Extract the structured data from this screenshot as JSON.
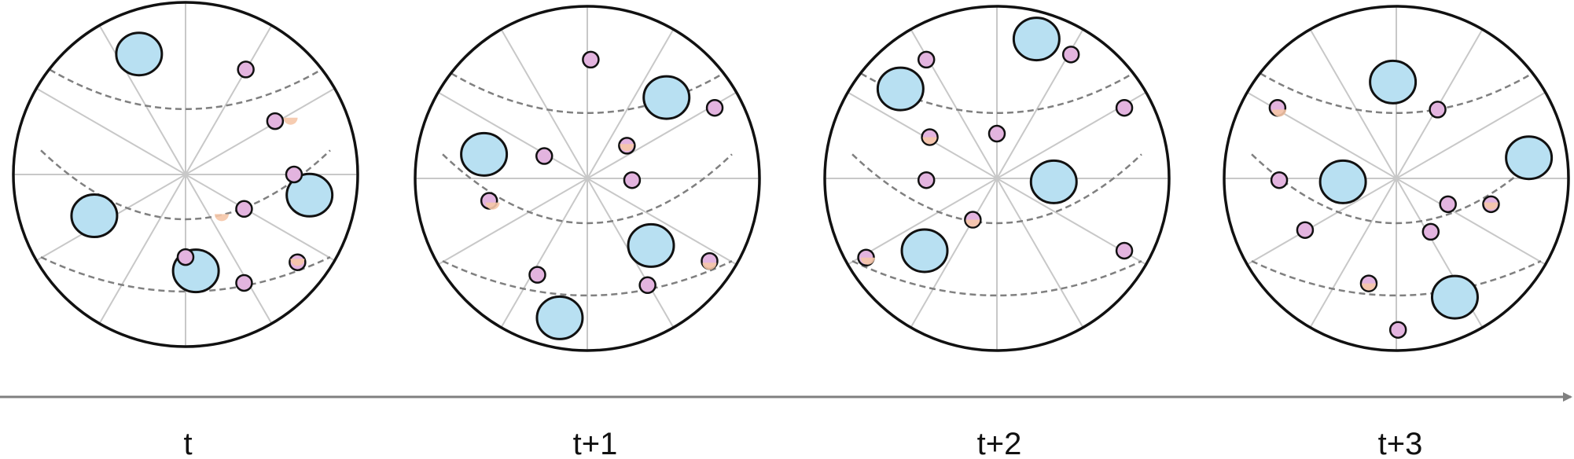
{
  "timeline": {
    "frames": [
      {
        "label": "t",
        "big": [
          [
            -0.27,
            -0.7
          ],
          [
            -0.53,
            0.24
          ],
          [
            0.72,
            0.12
          ],
          [
            0.06,
            0.56
          ]
        ],
        "small": [
          [
            0.35,
            -0.61
          ],
          [
            0.52,
            -0.31
          ],
          [
            0.63,
            0.0
          ],
          [
            0.34,
            0.2
          ],
          [
            0.65,
            0.51
          ],
          [
            0.34,
            0.63
          ],
          [
            0.0,
            0.48
          ]
        ],
        "orange": [
          [
            0.61,
            -0.33
          ],
          [
            0.21,
            0.23
          ],
          [
            0.65,
            0.49
          ]
        ]
      },
      {
        "label": "t+1",
        "big": [
          [
            0.46,
            -0.47
          ],
          [
            -0.6,
            -0.14
          ],
          [
            0.37,
            0.39
          ],
          [
            -0.16,
            0.81
          ]
        ],
        "small": [
          [
            0.02,
            -0.69
          ],
          [
            0.74,
            -0.41
          ],
          [
            0.23,
            -0.19
          ],
          [
            -0.25,
            -0.13
          ],
          [
            0.26,
            0.01
          ],
          [
            -0.57,
            0.13
          ],
          [
            0.35,
            0.62
          ],
          [
            -0.29,
            0.56
          ],
          [
            0.71,
            0.48
          ]
        ],
        "orange": [
          [
            0.23,
            -0.2
          ],
          [
            -0.55,
            0.14
          ],
          [
            0.71,
            0.49
          ]
        ]
      },
      {
        "label": "t+2",
        "big": [
          [
            0.23,
            -0.81
          ],
          [
            -0.56,
            -0.52
          ],
          [
            0.33,
            0.02
          ],
          [
            -0.42,
            0.42
          ]
        ],
        "small": [
          [
            -0.41,
            -0.69
          ],
          [
            0.43,
            -0.72
          ],
          [
            0.74,
            -0.41
          ],
          [
            -0.39,
            -0.24
          ],
          [
            0.0,
            -0.26
          ],
          [
            -0.41,
            0.01
          ],
          [
            -0.14,
            0.24
          ],
          [
            0.74,
            0.42
          ],
          [
            -0.76,
            0.46
          ]
        ],
        "orange": [
          [
            -0.39,
            -0.24
          ],
          [
            -0.14,
            0.24
          ],
          [
            -0.75,
            0.46
          ]
        ]
      },
      {
        "label": "t+3",
        "big": [
          [
            -0.02,
            -0.56
          ],
          [
            0.77,
            -0.12
          ],
          [
            -0.31,
            0.02
          ],
          [
            0.34,
            0.69
          ]
        ],
        "small": [
          [
            0.24,
            -0.4
          ],
          [
            -0.69,
            -0.41
          ],
          [
            -0.68,
            0.01
          ],
          [
            0.3,
            0.15
          ],
          [
            0.55,
            0.15
          ],
          [
            0.2,
            0.31
          ],
          [
            -0.53,
            0.3
          ],
          [
            -0.16,
            0.61
          ],
          [
            0.01,
            0.88
          ]
        ],
        "orange": [
          [
            -0.68,
            -0.4
          ],
          [
            0.55,
            0.14
          ],
          [
            -0.16,
            0.61
          ]
        ]
      }
    ]
  },
  "colors": {
    "outline": "#111111",
    "spokes": "#c8c8c8",
    "dashes": "#808080",
    "big_fill": "#b8e0f2",
    "small_fill": "#e3b4df",
    "orange_fill": "#f5c7a8",
    "arrow": "#808080"
  }
}
